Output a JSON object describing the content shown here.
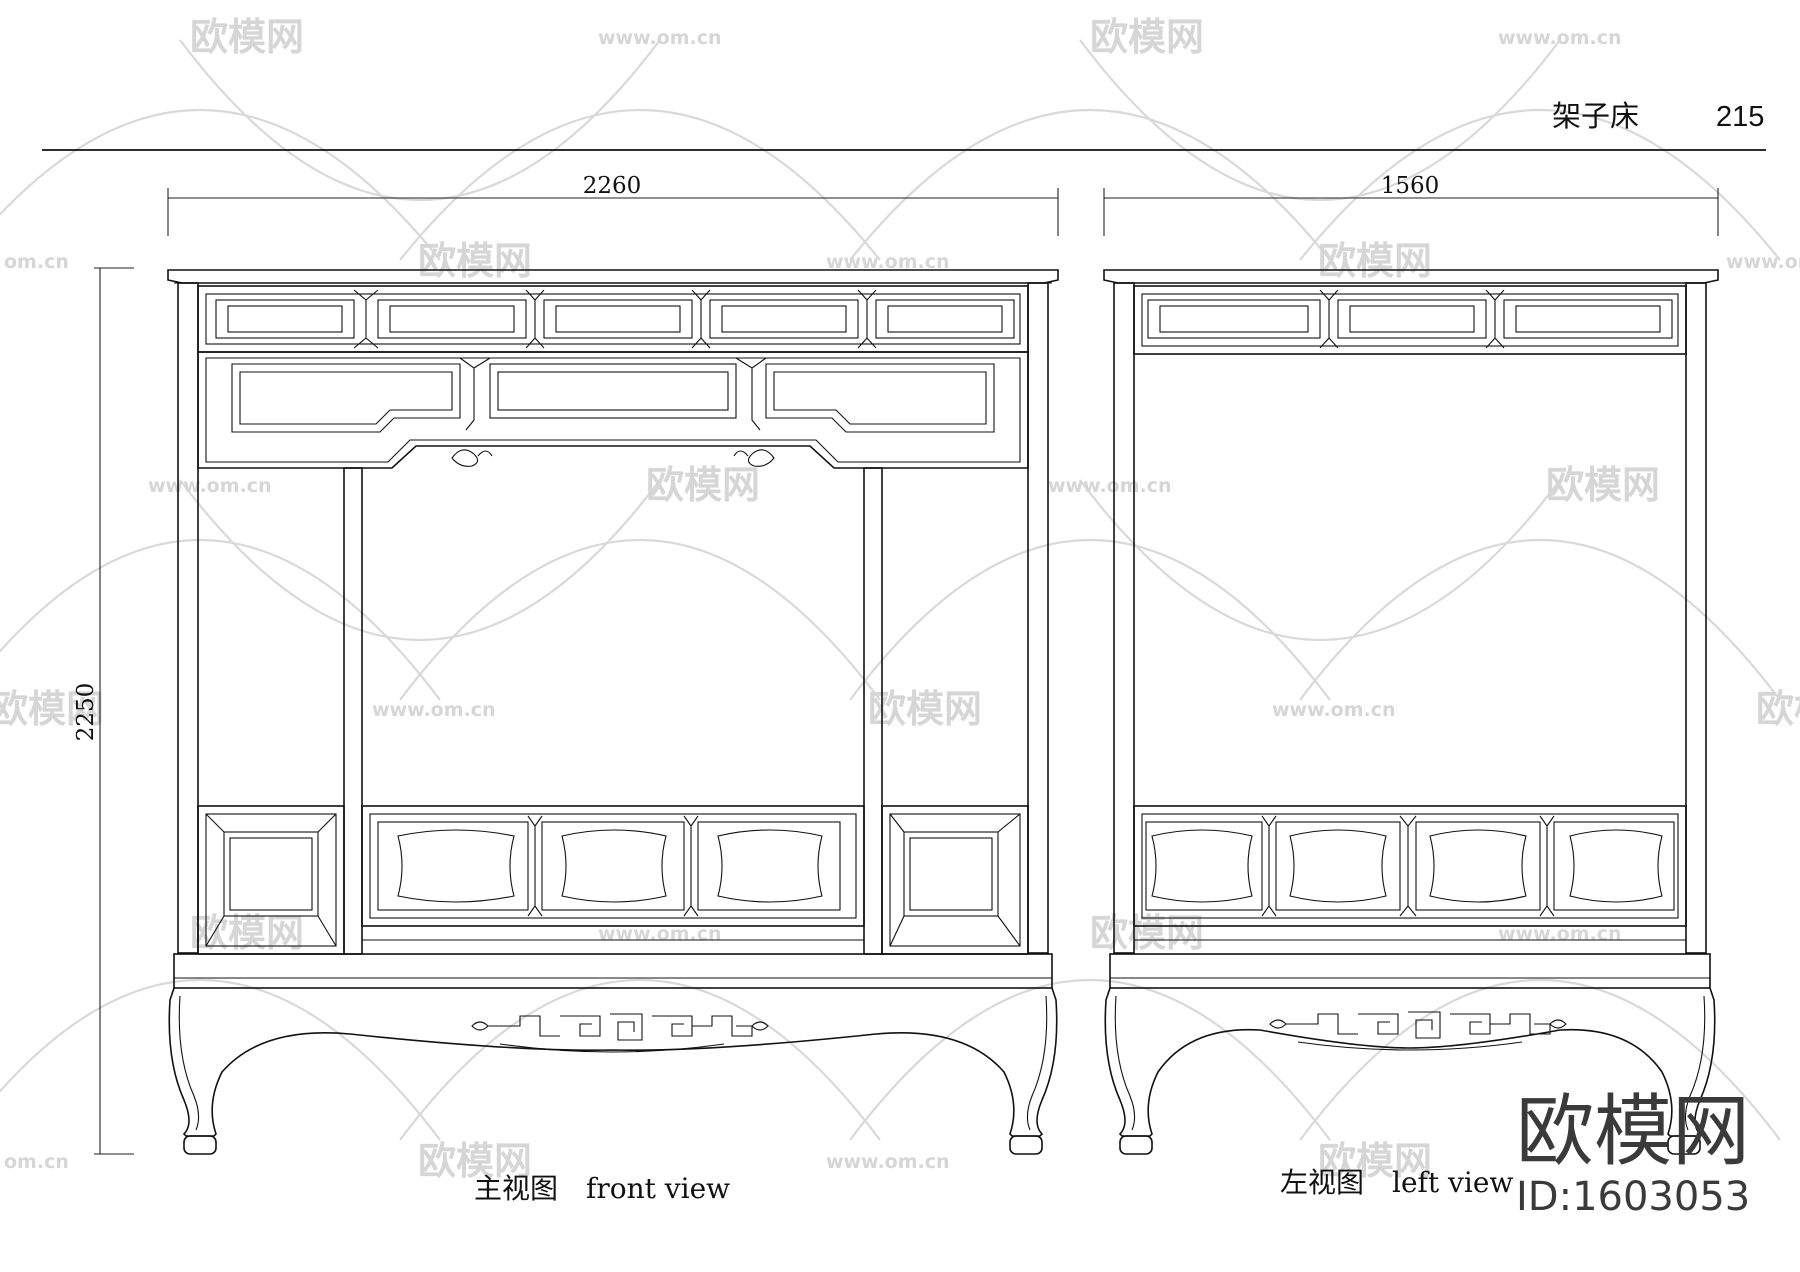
{
  "header": {
    "title": "架子床",
    "page_number": "215"
  },
  "front_view": {
    "width_dim": "2260",
    "height_dim": "2250",
    "caption": "主视图　front view"
  },
  "left_view": {
    "width_dim": "1560",
    "caption": "左视图　left view"
  },
  "watermark": {
    "brand": "欧模网",
    "url": "www.om.cn",
    "edge_url": "om.cn",
    "id_label": "ID:1603053",
    "color": "#d6d6d6"
  },
  "colors": {
    "line": "#111111",
    "background": "#ffffff"
  }
}
